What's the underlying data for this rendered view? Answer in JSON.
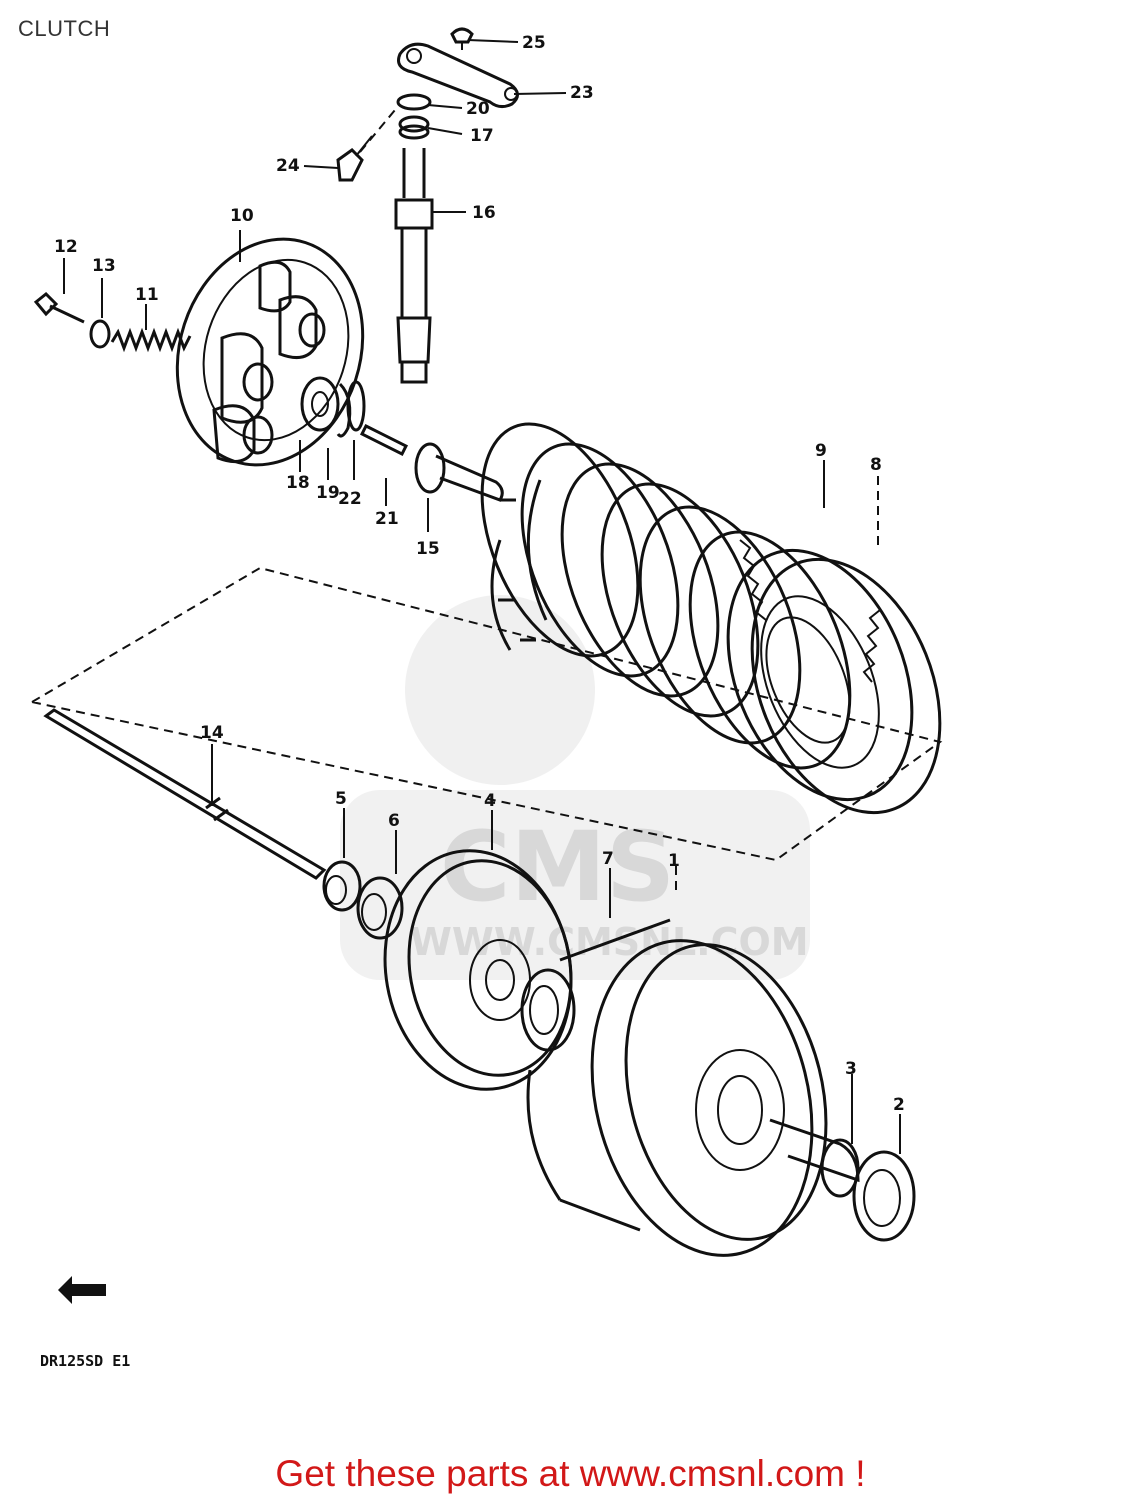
{
  "page": {
    "title": "CLUTCH"
  },
  "diagram": {
    "model_code": "DR125SD E1",
    "part_numbers": [
      "25",
      "23",
      "20",
      "17",
      "24",
      "16",
      "10",
      "12",
      "13",
      "11",
      "18",
      "19",
      "22",
      "21",
      "15",
      "9",
      "8",
      "14",
      "5",
      "6",
      "4",
      "7",
      "1",
      "3",
      "2"
    ],
    "watermark": {
      "logo": "CMS",
      "url_text": "WWW.CMSNL.COM"
    }
  },
  "footer": {
    "link_text": "Get these parts at www.cmsnl.com !"
  },
  "colors": {
    "line": "#111111",
    "link": "#d21818",
    "watermark": "#e4e4e4"
  }
}
